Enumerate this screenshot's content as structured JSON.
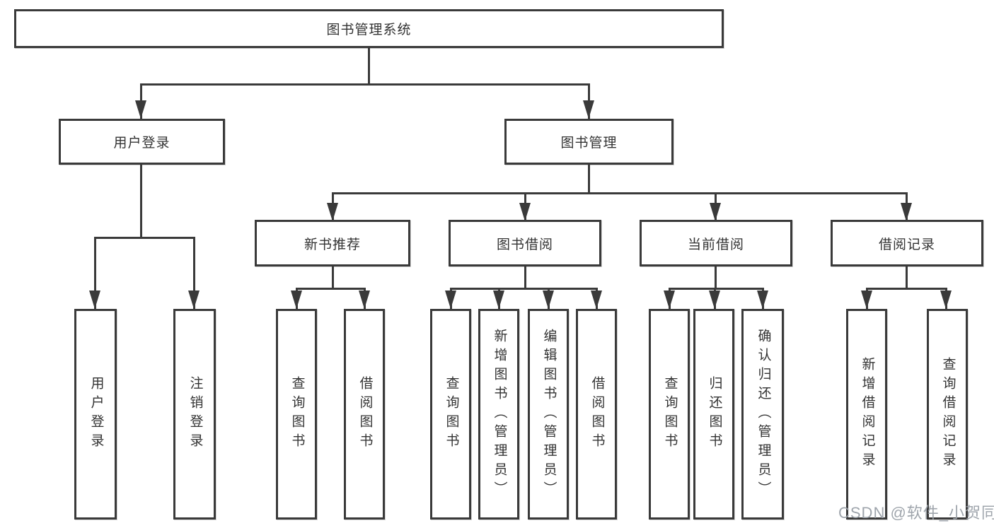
{
  "colors": {
    "line": "#3a3a3a",
    "text": "#333333",
    "wm": "#9aa1a8"
  },
  "watermark": {
    "text": "CSDN @软件_小贺同学"
  },
  "tree": {
    "root": {
      "label": "图书管理系统"
    },
    "branches": [
      {
        "label": "用户登录",
        "children": [
          {
            "label": "用户登录"
          },
          {
            "label": "注销登录"
          }
        ]
      },
      {
        "label": "图书管理",
        "children": [
          {
            "label": "新书推荐",
            "children": [
              {
                "label": "查询图书"
              },
              {
                "label": "借阅图书"
              }
            ]
          },
          {
            "label": "图书借阅",
            "children": [
              {
                "label": "查询图书"
              },
              {
                "label": "新增图书（管理员）"
              },
              {
                "label": "编辑图书（管理员）"
              },
              {
                "label": "借阅图书"
              }
            ]
          },
          {
            "label": "当前借阅",
            "children": [
              {
                "label": "查询图书"
              },
              {
                "label": "归还图书"
              },
              {
                "label": "确认归还（管理员）"
              }
            ]
          },
          {
            "label": "借阅记录",
            "children": [
              {
                "label": "新增借阅记录"
              },
              {
                "label": "查询借阅记录"
              }
            ]
          }
        ]
      }
    ]
  }
}
